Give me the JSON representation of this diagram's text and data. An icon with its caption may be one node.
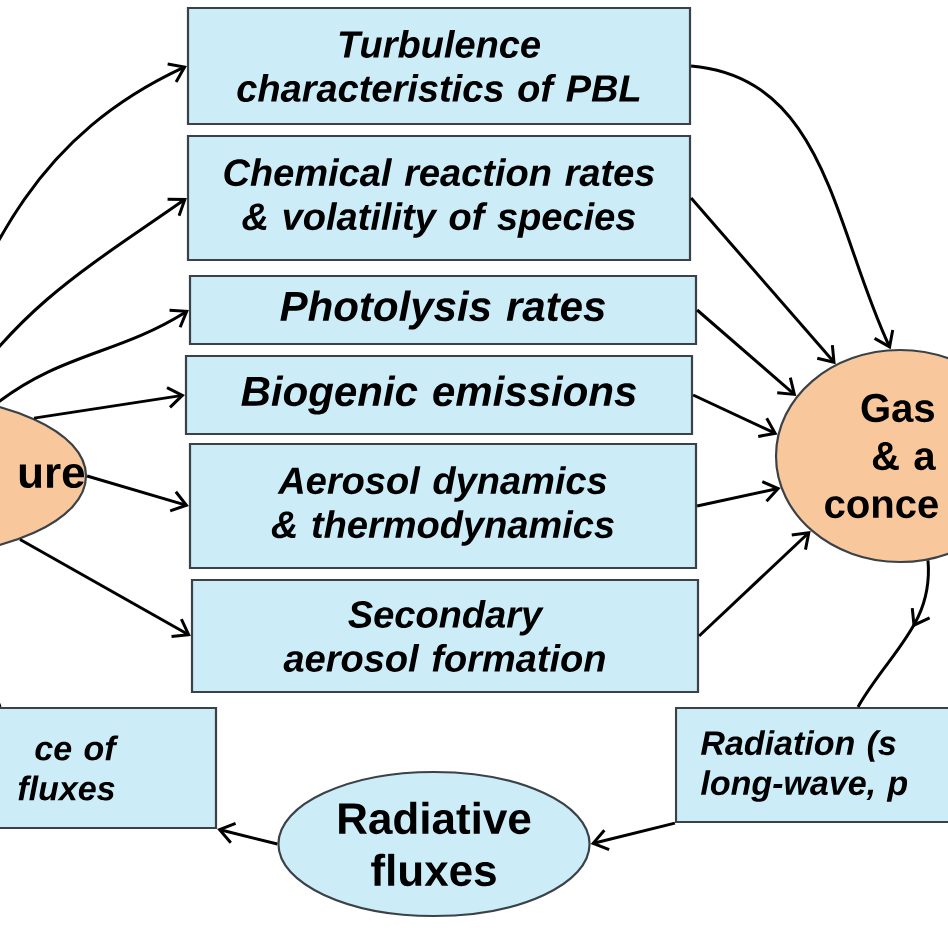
{
  "diagram": {
    "nodes": [
      {
        "text": [
          "ure"
        ]
      },
      {
        "text": [
          "Turbulence characteristics of PBL"
        ]
      },
      {
        "text": [
          "Chemical reaction rates & volatility of species"
        ]
      },
      {
        "text": [
          "Photolysis rates"
        ]
      },
      {
        "text": [
          "Biogenic emissions"
        ]
      },
      {
        "text": [
          "Aerosol dynamics & thermodynamics"
        ]
      },
      {
        "text": [
          "Secondary aerosol formation"
        ]
      },
      {
        "text": [
          "Gas & a conce"
        ]
      },
      {
        "text": [
          "ce of fluxes"
        ]
      },
      {
        "text": [
          "Radiative fluxes"
        ]
      },
      {
        "text": [
          "Radiation (s long-wave, p"
        ]
      }
    ],
    "edges": [
      {
        "from": 0,
        "to": 1,
        "arrow": "to"
      },
      {
        "from": 0,
        "to": 2,
        "arrow": "to"
      },
      {
        "from": 0,
        "to": 3,
        "arrow": "to"
      },
      {
        "from": 0,
        "to": 4,
        "arrow": "to"
      },
      {
        "from": 0,
        "to": 5,
        "arrow": "to"
      },
      {
        "from": 0,
        "to": 6,
        "arrow": "to"
      },
      {
        "from": 1,
        "to": 7,
        "arrow": "to"
      },
      {
        "from": 2,
        "to": 7,
        "arrow": "to"
      },
      {
        "from": 3,
        "to": 7,
        "arrow": "to"
      },
      {
        "from": 4,
        "to": 7,
        "arrow": "to"
      },
      {
        "from": 5,
        "to": 7,
        "arrow": "to"
      },
      {
        "from": 6,
        "to": 7,
        "arrow": "to"
      },
      {
        "from": 7,
        "to": 10,
        "arrow": "to"
      },
      {
        "from": 10,
        "to": 9,
        "arrow": "to"
      },
      {
        "from": 9,
        "to": 8,
        "arrow": "to"
      },
      {
        "from": 8,
        "to": null,
        "arrow": "none"
      }
    ]
  }
}
